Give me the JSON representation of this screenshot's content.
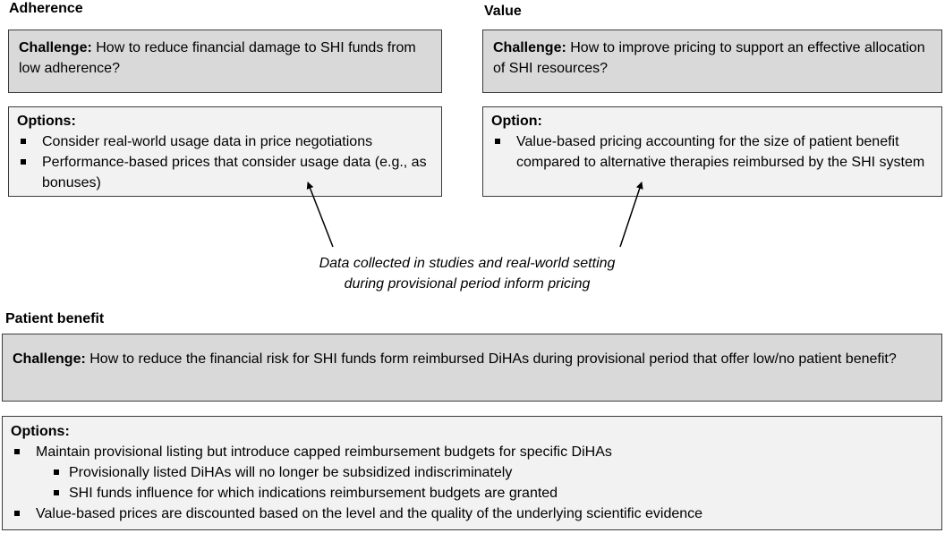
{
  "adherence": {
    "heading": "Adherence",
    "challenge_label": "Challenge:",
    "challenge_text": " How to reduce financial damage to SHI funds from low adherence?",
    "options_label": "Options:",
    "options": [
      "Consider real-world usage data in price negotiations",
      "Performance-based prices that consider usage data (e.g., as bonuses)"
    ]
  },
  "value": {
    "heading": "Value",
    "challenge_label": "Challenge:",
    "challenge_text": " How to improve pricing to support an effective allocation of SHI resources?",
    "options_label": "Option:",
    "options": [
      "Value-based pricing accounting for the size of patient benefit compared to alternative therapies reimbursed by the SHI system"
    ]
  },
  "callout": {
    "text": "Data collected in studies and real-world setting during provisional period inform pricing"
  },
  "patient_benefit": {
    "heading": "Patient benefit",
    "challenge_label": "Challenge:",
    "challenge_text": " How to reduce the financial risk for SHI funds form reimbursed DiHAs during provisional period that offer low/no patient benefit?",
    "options_label": "Options:",
    "options": [
      "Maintain provisional listing but introduce capped reimbursement budgets for specific DiHAs",
      "Provisionally listed DiHAs will no longer be subsidized indiscriminately",
      "SHI funds influence for which indications reimbursement budgets are granted",
      "Value-based prices are discounted based on the level and the quality of the underlying scientific evidence"
    ]
  }
}
